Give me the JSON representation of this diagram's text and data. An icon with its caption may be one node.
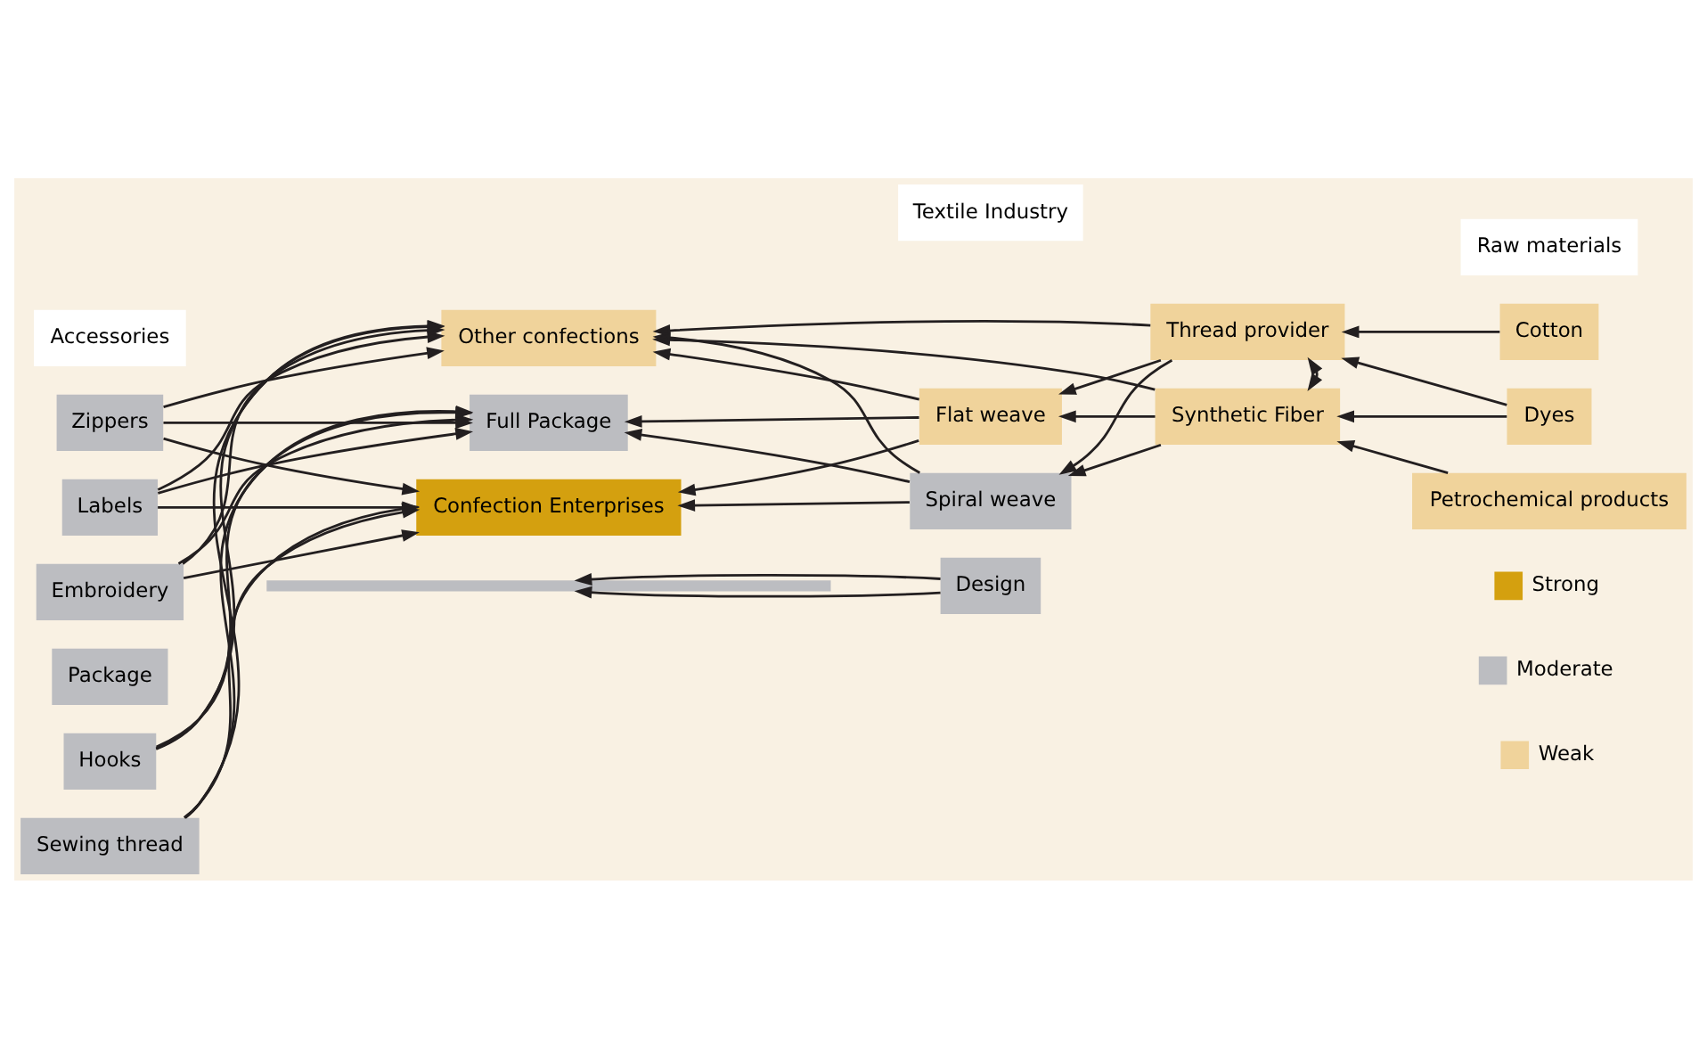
{
  "diagram": {
    "nodes": [
      {
        "text": [
          "Accessories"
        ]
      },
      {
        "text": [
          "Textile Industry"
        ]
      },
      {
        "text": [
          "Raw materials"
        ]
      },
      {
        "text": [
          "Zippers"
        ]
      },
      {
        "text": [
          "Labels"
        ]
      },
      {
        "text": [
          "Embroidery"
        ]
      },
      {
        "text": [
          "Package"
        ]
      },
      {
        "text": [
          "Hooks"
        ]
      },
      {
        "text": [
          "Sewing thread"
        ]
      },
      {
        "text": [
          "Other confections"
        ]
      },
      {
        "text": [
          "Full Package"
        ]
      },
      {
        "text": [
          "Confection Enterprises"
        ]
      },
      {
        "text": [
          "Flat weave"
        ]
      },
      {
        "text": [
          "Spiral weave"
        ]
      },
      {
        "text": [
          "Thread provider"
        ]
      },
      {
        "text": [
          "Synthetic Fiber"
        ]
      },
      {
        "text": [
          "Cotton"
        ]
      },
      {
        "text": [
          "Dyes"
        ]
      },
      {
        "text": [
          "Petrochemical products"
        ]
      },
      {
        "text": [],
        "shape": "bar"
      },
      {
        "text": [
          "Design"
        ]
      }
    ],
    "edges": [
      {
        "from": 3,
        "to": 9,
        "arrow": "to"
      },
      {
        "from": 3,
        "to": 10,
        "arrow": "to"
      },
      {
        "from": 3,
        "to": 11,
        "arrow": "to"
      },
      {
        "from": 4,
        "to": 9,
        "arrow": "to"
      },
      {
        "from": 4,
        "to": 10,
        "arrow": "to"
      },
      {
        "from": 4,
        "to": 11,
        "arrow": "to"
      },
      {
        "from": 5,
        "to": 9,
        "arrow": "to"
      },
      {
        "from": 5,
        "to": 10,
        "arrow": "to"
      },
      {
        "from": 5,
        "to": 11,
        "arrow": "to"
      },
      {
        "from": 7,
        "to": 9,
        "arrow": "to"
      },
      {
        "from": 7,
        "to": 10,
        "arrow": "to"
      },
      {
        "from": 7,
        "to": 11,
        "arrow": "to"
      },
      {
        "from": 8,
        "to": 9,
        "arrow": "to"
      },
      {
        "from": 8,
        "to": 10,
        "arrow": "to"
      },
      {
        "from": 8,
        "to": 11,
        "arrow": "to"
      },
      {
        "from": 14,
        "to": 9,
        "arrow": "to"
      },
      {
        "from": 14,
        "to": 12,
        "arrow": "to"
      },
      {
        "from": 14,
        "to": 13,
        "arrow": "to"
      },
      {
        "from": 15,
        "to": 9,
        "arrow": "to"
      },
      {
        "from": 15,
        "to": 12,
        "arrow": "to"
      },
      {
        "from": 15,
        "to": 13,
        "arrow": "to"
      },
      {
        "from": 12,
        "to": 9,
        "arrow": "to"
      },
      {
        "from": 12,
        "to": 10,
        "arrow": "to"
      },
      {
        "from": 12,
        "to": 11,
        "arrow": "to"
      },
      {
        "from": 13,
        "to": 9,
        "arrow": "to"
      },
      {
        "from": 13,
        "to": 10,
        "arrow": "to"
      },
      {
        "from": 13,
        "to": 11,
        "arrow": "to"
      },
      {
        "from": 16,
        "to": 14,
        "arrow": "to"
      },
      {
        "from": 14,
        "to": 15,
        "arrow": "both"
      },
      {
        "from": 17,
        "to": 14,
        "arrow": "to"
      },
      {
        "from": 17,
        "to": 15,
        "arrow": "to"
      },
      {
        "from": 18,
        "to": 15,
        "arrow": "to"
      },
      {
        "from": 20,
        "to": 19,
        "arrow": "to"
      },
      {
        "from": 20,
        "to": 19,
        "arrow": "to"
      }
    ],
    "legend": [
      {
        "text": "Strong",
        "color": "#d4a00f"
      },
      {
        "text": "Moderate",
        "color": "#bcbdc1"
      },
      {
        "text": "Weak",
        "color": "#f0d39b"
      }
    ]
  }
}
